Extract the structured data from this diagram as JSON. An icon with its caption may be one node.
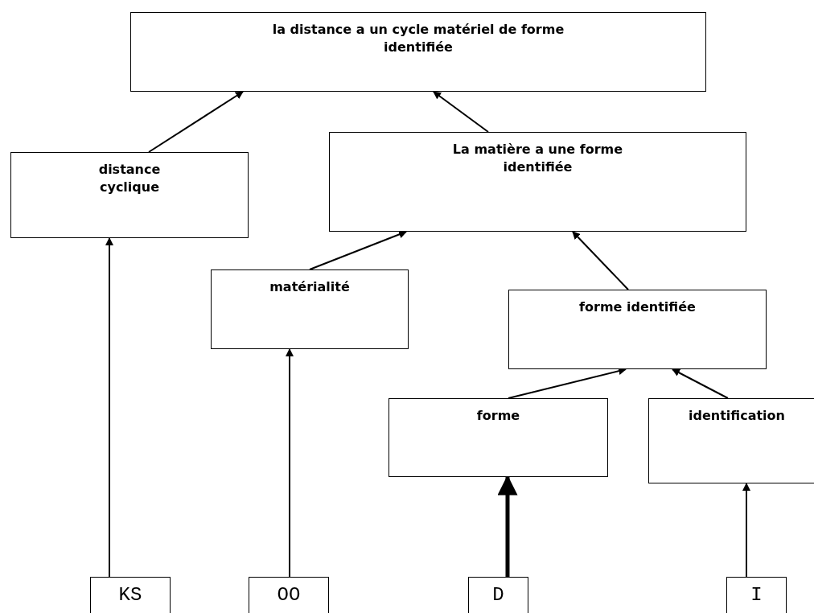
{
  "diagram": {
    "nodes": [
      {
        "text": [
          "la distance a un cycle matériel de forme identifiée"
        ]
      },
      {
        "text": [
          "distance cyclique"
        ]
      },
      {
        "text": [
          "La matière a une forme identifiée"
        ]
      },
      {
        "text": [
          "matérialité"
        ]
      },
      {
        "text": [
          "forme identifiée"
        ]
      },
      {
        "text": [
          "forme"
        ]
      },
      {
        "text": [
          "identification"
        ]
      },
      {
        "text": [
          "KS"
        ]
      },
      {
        "text": [
          "OO"
        ]
      },
      {
        "text": [
          "D"
        ]
      },
      {
        "text": [
          "I"
        ]
      }
    ],
    "edges": [
      {
        "from": 1,
        "to": 0,
        "arrow": "to"
      },
      {
        "from": 2,
        "to": 0,
        "arrow": "to"
      },
      {
        "from": 3,
        "to": 2,
        "arrow": "to"
      },
      {
        "from": 4,
        "to": 2,
        "arrow": "to"
      },
      {
        "from": 5,
        "to": 4,
        "arrow": "to"
      },
      {
        "from": 6,
        "to": 4,
        "arrow": "to"
      },
      {
        "from": 7,
        "to": 1,
        "arrow": "to"
      },
      {
        "from": 8,
        "to": 3,
        "arrow": "to"
      },
      {
        "from": 9,
        "to": 5,
        "arrow": "to",
        "style": "thick"
      },
      {
        "from": 10,
        "to": 6,
        "arrow": "to"
      }
    ]
  }
}
